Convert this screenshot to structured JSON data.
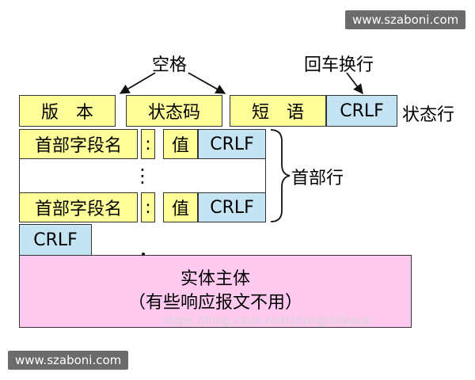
{
  "watermark_top": "www.szaboni.com",
  "watermark_bottom": "www.szaboni.com",
  "faint_url": "https://blog.csdn.net/zhonglinfosun",
  "annotations": {
    "space": "空格",
    "crlf": "回车换行",
    "status_line": "状态行",
    "header_lines": "首部行"
  },
  "status_line": {
    "version": "版　本",
    "status_code": "状态码",
    "phrase": "短　语",
    "crlf": "CRLF"
  },
  "header_rows": [
    {
      "name": "首部字段名",
      "colon": ":",
      "value": "值",
      "crlf": "CRLF"
    },
    {
      "name": "首部字段名",
      "colon": ":",
      "value": "值",
      "crlf": "CRLF"
    }
  ],
  "ellipsis": "⋮",
  "blank_line_crlf": "CRLF",
  "body": {
    "line1": "实体主体",
    "line2": "（有些响应报文不用）"
  },
  "colors": {
    "yellow": "#ffff99",
    "blue": "#c5e4f3",
    "pink": "#ffc9f0"
  }
}
